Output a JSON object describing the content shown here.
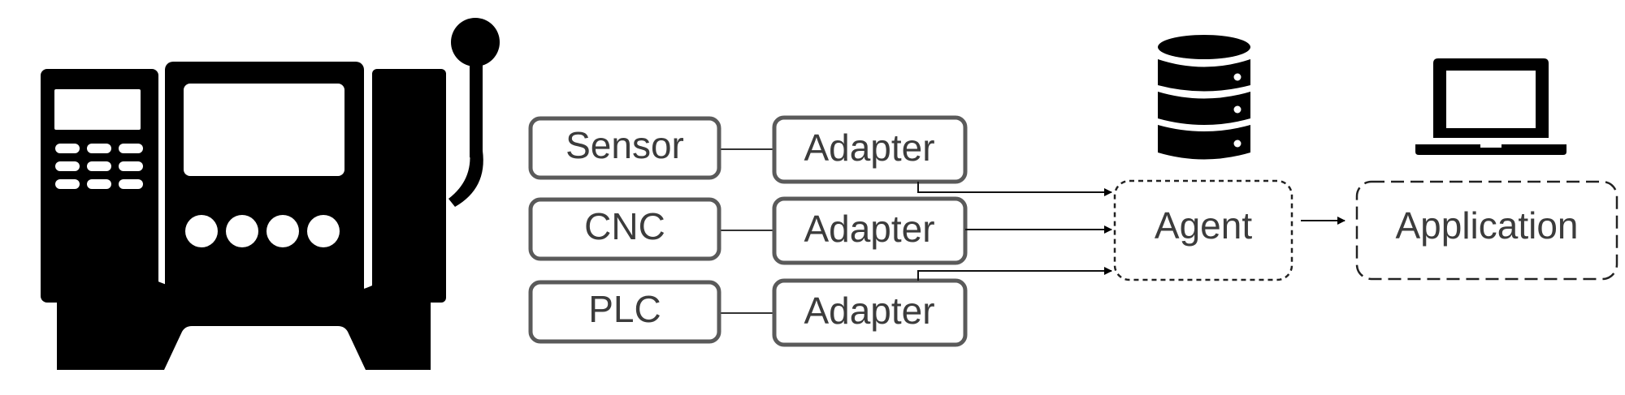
{
  "nodes": {
    "sensor": "Sensor",
    "cnc": "CNC",
    "plc": "PLC",
    "adapter_1": "Adapter",
    "adapter_2": "Adapter",
    "adapter_3": "Adapter",
    "agent": "Agent",
    "application": "Application"
  },
  "icons": {
    "machine": "cnc-machine-icon",
    "database": "database-icon",
    "laptop": "laptop-icon"
  },
  "colors": {
    "box_stroke": "#5a5a5a",
    "text": "#3c3c3c",
    "icon_fill": "#000000"
  }
}
